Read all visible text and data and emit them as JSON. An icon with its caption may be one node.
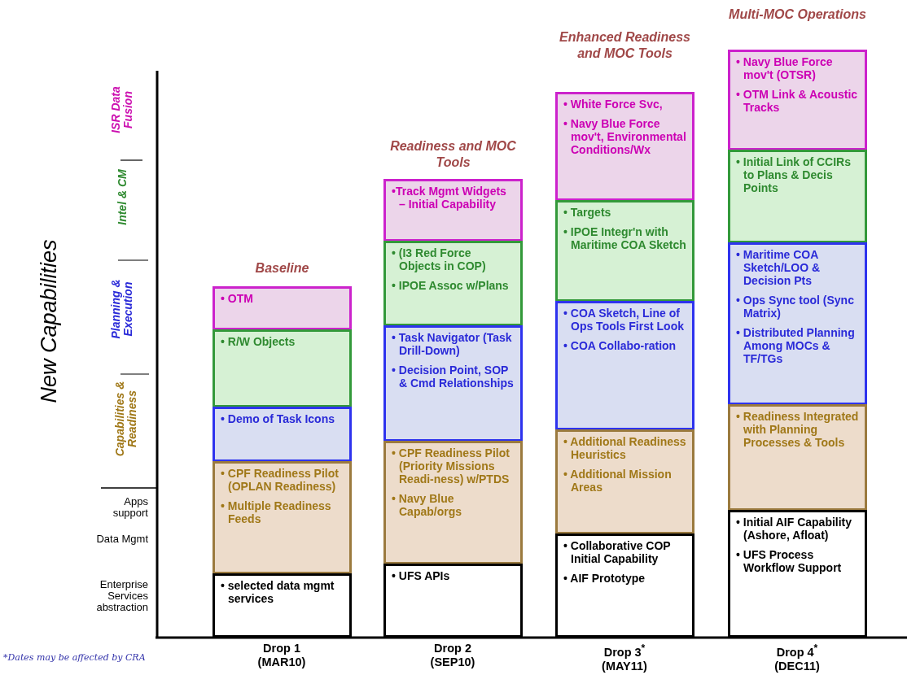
{
  "diagram": {
    "nodes": [
      {
        "text": [
          "• OTM"
        ]
      },
      {
        "text": [
          "• R/W Objects"
        ]
      },
      {
        "text": [
          "• Demo of Task Icons"
        ]
      },
      {
        "text": [
          "• CPF Readiness Pilot (OPLAN Readiness)",
          "• Multiple Readiness Feeds"
        ]
      },
      {
        "text": [
          "• selected data mgmt services"
        ]
      },
      {
        "text": [
          "•Track Mgmt Widgets – Initial Capability"
        ]
      },
      {
        "text": [
          "• (I3 Red Force Objects in COP)",
          "• IPOE Assoc w/Plans"
        ]
      },
      {
        "text": [
          "• Task Navigator (Task Drill-Down)",
          "• Decision Point, SOP & Cmd Relationships"
        ]
      },
      {
        "text": [
          "• CPF Readiness Pilot (Priority Missions Readi-ness) w/PTDS",
          "• Navy Blue Capab/orgs"
        ]
      },
      {
        "text": [
          "• UFS APIs"
        ]
      },
      {
        "text": [
          "• White Force Svc,",
          "• Navy Blue Force mov't, Environmental Conditions/Wx"
        ]
      },
      {
        "text": [
          "• Targets",
          "• IPOE Integr'n with Maritime COA Sketch"
        ]
      },
      {
        "text": [
          "• COA Sketch, Line of Ops Tools First Look",
          "• COA Collabo-ration"
        ]
      },
      {
        "text": [
          "• Additional Readiness Heuristics",
          "• Additional Mission Areas"
        ]
      },
      {
        "text": [
          "• Collaborative COP Initial Capability",
          "• AIF Prototype"
        ]
      },
      {
        "text": [
          "• Navy Blue Force mov't (OTSR)",
          "• OTM Link & Acoustic Tracks"
        ]
      },
      {
        "text": [
          "• Initial Link of CCIRs to Plans & Decis Points"
        ]
      },
      {
        "text": [
          "• Maritime COA Sketch/LOO & Decision Pts",
          "• Ops Sync tool (Sync Matrix)",
          "• Distributed Planning Among MOCs & TF/TGs"
        ]
      },
      {
        "text": [
          "• Readiness Integrated with Planning Processes & Tools"
        ]
      },
      {
        "text": [
          "• Initial AIF Capability (Ashore, Afloat)",
          "• UFS Process Workflow Support"
        ]
      }
    ],
    "edges": [],
    "labels": [
      "Multi-MOC Operations",
      "Enhanced Readiness and MOC Tools",
      "ISR Data Fusion",
      "Readiness and MOC Tools",
      "Intel & CM",
      "New Capabilities",
      "Baseline",
      "Planning & Execution",
      "Capabilities & Readiness",
      "Apps support",
      "Data Mgmt",
      "Enterprise Services abstraction",
      "*Dates may be affected by CRA",
      "Drop 1 (MAR10)",
      "Drop 2 (SEP10)",
      "Drop 3$^{*}$ (MAY11)",
      "Drop 4$^{*}$ (DEC11)"
    ]
  }
}
